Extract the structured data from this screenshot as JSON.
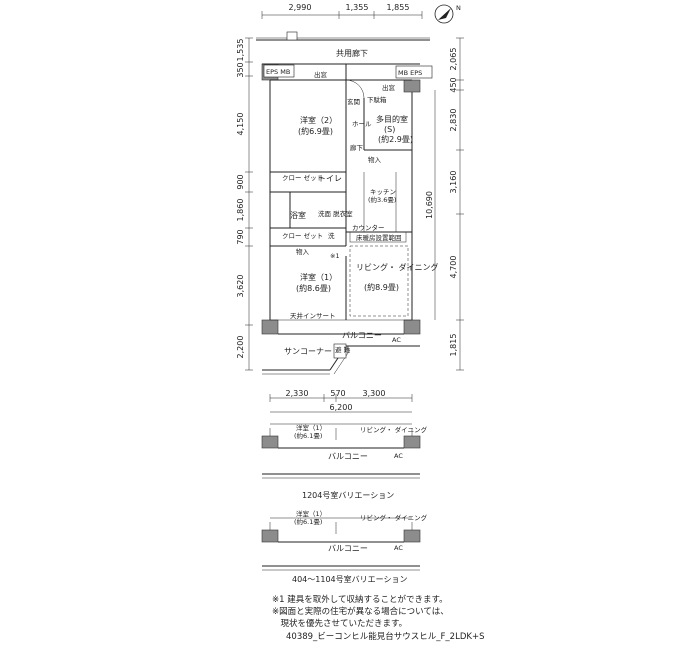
{
  "top_dims": [
    "2,990",
    "1,355",
    "1,855"
  ],
  "left_dims": [
    "1,535",
    "350",
    "4,150",
    "900",
    "1,860",
    "790",
    "3,620",
    "2,200"
  ],
  "right_dims": [
    "2,065",
    "450",
    "2,830",
    "3,160",
    "4,700",
    "1,815"
  ],
  "total_right": "10,690",
  "bottom_dims": [
    "2,330",
    "570",
    "3,300"
  ],
  "total_bottom": "6,200",
  "labels": {
    "corridor": "共用廊下",
    "eps_mb": "EPS MB",
    "mb_eps": "MB EPS",
    "out": "出窓",
    "western2": "洋室（2）",
    "western2_size": "(約6.9畳)",
    "entrance": "玄関",
    "shoes": "下駄箱",
    "hall": "ホール",
    "multi": "多目的室",
    "multi_s": "(S)",
    "multi_size": "(約2.9畳)",
    "hallway": "廊下",
    "storage": "物入",
    "closet": "クロー ゼット",
    "toilet": "トイレ",
    "kitchen": "キッチン",
    "kitchen_size": "(約3.6畳)",
    "bath": "浴室",
    "washroom": "洗面 脱衣室",
    "closet2": "クロー ゼット",
    "wash": "洗",
    "counter": "カウンター",
    "floorheat": "床暖房設置範囲",
    "storage2": "物入",
    "note1": "※1",
    "western1": "洋室（1）",
    "western1_size": "(約8.6畳)",
    "living": "リビング・ ダイニング",
    "living_size": "(約8.9畳)",
    "ceiling_insert": "天井インサート",
    "balcony": "バルコニー",
    "sun_corner": "サンコーナー",
    "hinan": "避 難",
    "ac": "AC"
  },
  "variation1": {
    "western": "洋室（1）",
    "western_size": "(約6.1畳)",
    "living": "リビング・ ダイニング",
    "balcony": "バルコニー",
    "caption": "1204号室バリエーション"
  },
  "variation2": {
    "western": "洋室（1）",
    "western_size": "(約6.1畳)",
    "living": "リビング・ ダイニング",
    "balcony": "バルコニー",
    "caption": "404〜1104号室バリエーション"
  },
  "notes": [
    "※1 建具を取外して収納することができます。",
    "※図面と実際の住宅が異なる場合については、",
    "　現状を優先させていただきます。"
  ],
  "footer": "40389_ビーコンヒル能見台サウスヒル_F_2LDK+S",
  "compass_label": "N"
}
